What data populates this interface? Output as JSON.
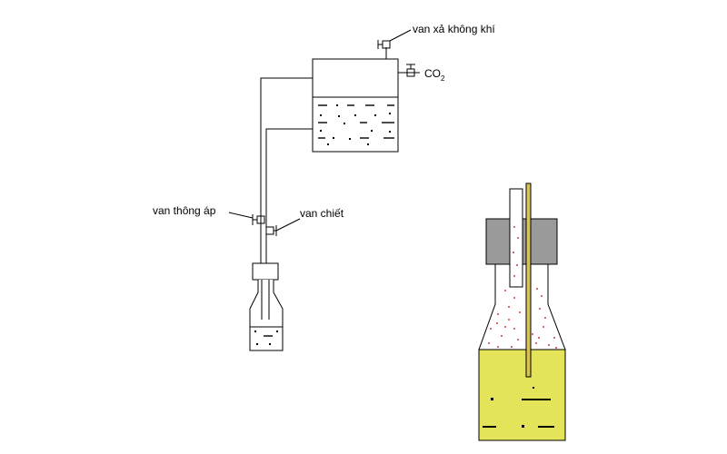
{
  "labels": {
    "air_vent_valve": "van xả không khí",
    "co2_main": "CO",
    "co2_sub": "2",
    "pressure_valve": "van thông áp",
    "extraction_valve": "van chiết"
  },
  "colors": {
    "line": "#000000",
    "stopper": "#9a9a9a",
    "liquid": "#e4e45a",
    "foam_dots": "#d23a3a",
    "tube": "#d8c25a"
  }
}
